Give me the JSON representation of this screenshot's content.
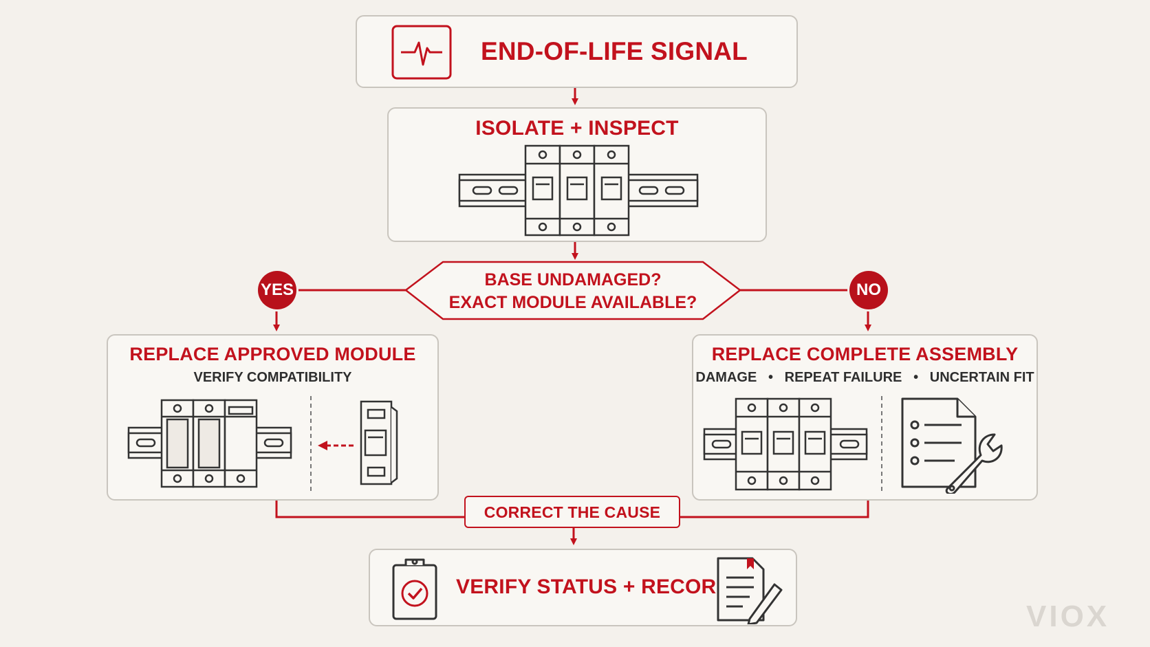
{
  "diagram": {
    "start": {
      "title": "END-OF-LIFE SIGNAL",
      "icon": "heartbeat-icon"
    },
    "inspect": {
      "title": "ISOLATE + INSPECT",
      "icon": "din-rail-spd-icon"
    },
    "decision": {
      "line1": "BASE UNDAMAGED?",
      "line2": "EXACT MODULE AVAILABLE?"
    },
    "yes_label": "YES",
    "no_label": "NO",
    "yes_branch": {
      "title": "REPLACE APPROVED MODULE",
      "subtitle": "VERIFY COMPATIBILITY",
      "icons": [
        "din-rail-base-icon",
        "plug-in-module-icon"
      ]
    },
    "no_branch": {
      "title": "REPLACE COMPLETE ASSEMBLY",
      "reasons": [
        "DAMAGE",
        "REPEAT FAILURE",
        "UNCERTAIN FIT"
      ],
      "icons": [
        "din-rail-spd-icon",
        "checklist-wrench-icon"
      ]
    },
    "merge": {
      "label": "CORRECT THE CAUSE"
    },
    "end": {
      "title": "VERIFY STATUS + RECORD",
      "icons": [
        "clipboard-check-icon",
        "document-pen-icon"
      ]
    }
  },
  "watermark": "VIOX",
  "colors": {
    "accent": "#c2121d",
    "line": "#c2121d",
    "box_border": "#c9c5be",
    "background": "#f4f1ec"
  }
}
